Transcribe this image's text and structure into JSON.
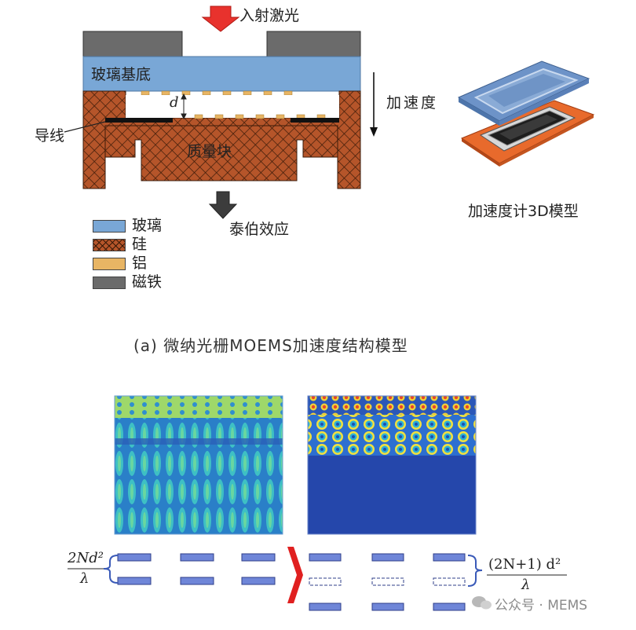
{
  "top_diagram": {
    "incident_laser": "入射激光",
    "glass_substrate": "玻璃基底",
    "gap_symbol": "d",
    "acceleration": "加速度",
    "wire": "导线",
    "proof_mass": "质量块",
    "talbot_effect": "泰伯效应",
    "model_3d_caption": "加速度计3D模型",
    "legend": [
      {
        "label": "玻璃",
        "color": "#79a7d6"
      },
      {
        "label": "硅",
        "color": "#b5552a"
      },
      {
        "label": "铝",
        "color": "#e8b564"
      },
      {
        "label": "磁铁",
        "color": "#6b6b6b"
      }
    ],
    "caption": "(a) 微纳光栅MOEMS加速度结构模型"
  },
  "bottom_diagram": {
    "left_formula_numerator": "2Nd²",
    "left_formula_denominator": "λ",
    "right_formula_numerator": "(2N+1) d²",
    "right_formula_denominator": "λ"
  },
  "watermark": "公众号 · MEMS",
  "colors": {
    "glass": "#79a7d6",
    "silicon": "#b5552a",
    "aluminum": "#e8b564",
    "magnet": "#6b6b6b",
    "arrow_red": "#e8322d",
    "grating_bar": "#6f86d8",
    "sim_blue": "#2244aa"
  }
}
